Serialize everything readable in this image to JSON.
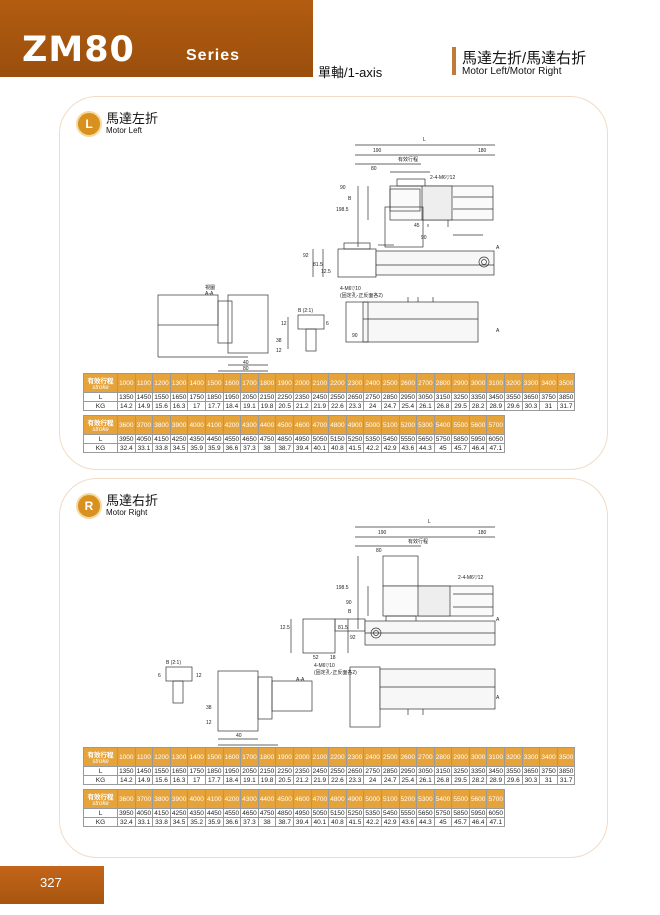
{
  "header": {
    "title": "ZM80",
    "series": "Series",
    "axis": "單軸/1-axis",
    "title_cn": "馬達左折/馬達右折",
    "title_en": "Motor Left/Motor Right"
  },
  "left": {
    "badge": "L",
    "title_cn": "馬達左折",
    "title_en": "Motor Left",
    "dims": {
      "L": "L",
      "d190": "190",
      "stroke": "有效行程",
      "d180": "180",
      "d80": "80",
      "screw1": "2-4-M6▽12",
      "d90": "90",
      "d1985": "198.5",
      "d90b": "90",
      "d45": "45",
      "d90c": "90",
      "A": "A",
      "d92": "92",
      "d815": "81.5",
      "d125": "12.5",
      "section_cn": "視圖",
      "section": "A-A",
      "screw2": "4-M6▽10",
      "note": "(固定孔-正反面各2)",
      "detail": "B (2:1)",
      "d12": "12",
      "d6": "6",
      "d38": "38",
      "d12b": "12",
      "d40": "40",
      "d80b": "80",
      "B": "B"
    },
    "table": {
      "stroke_label_cn": "有效行程",
      "stroke_label_en": "stroke",
      "strokes1": [
        "1000",
        "1100",
        "1200",
        "1300",
        "1400",
        "1500",
        "1600",
        "1700",
        "1800",
        "1900",
        "2000",
        "2100",
        "2200",
        "2300",
        "2400",
        "2500",
        "2600",
        "2700",
        "2800",
        "2900",
        "3000",
        "3100",
        "3200",
        "3300",
        "3400",
        "3500"
      ],
      "L1": [
        "1350",
        "1450",
        "1550",
        "1650",
        "1750",
        "1850",
        "1950",
        "2050",
        "2150",
        "2250",
        "2350",
        "2450",
        "2550",
        "2650",
        "2750",
        "2850",
        "2950",
        "3050",
        "3150",
        "3250",
        "3350",
        "3450",
        "3550",
        "3650",
        "3750",
        "3850"
      ],
      "KG1": [
        "14.2",
        "14.9",
        "15.6",
        "16.3",
        "17",
        "17.7",
        "18.4",
        "19.1",
        "19.8",
        "20.5",
        "21.2",
        "21.9",
        "22.6",
        "23.3",
        "24",
        "24.7",
        "25.4",
        "26.1",
        "26.8",
        "29.5",
        "28.2",
        "28.9",
        "29.6",
        "30.3",
        "31",
        "31.7"
      ],
      "strokes2": [
        "3600",
        "3700",
        "3800",
        "3900",
        "4000",
        "4100",
        "4200",
        "4300",
        "4400",
        "4500",
        "4600",
        "4700",
        "4800",
        "4900",
        "5000",
        "5100",
        "5200",
        "5300",
        "5400",
        "5500",
        "5600",
        "5700"
      ],
      "L2": [
        "3950",
        "4050",
        "4150",
        "4250",
        "4350",
        "4450",
        "4550",
        "4650",
        "4750",
        "4850",
        "4950",
        "5050",
        "5150",
        "5250",
        "5350",
        "5450",
        "5550",
        "5650",
        "5750",
        "5850",
        "5950",
        "6050"
      ],
      "KG2": [
        "32.4",
        "33.1",
        "33.8",
        "34.5",
        "35.9",
        "35.9",
        "36.6",
        "37.3",
        "38",
        "38.7",
        "39.4",
        "40.1",
        "40.8",
        "41.5",
        "42.2",
        "42.9",
        "43.6",
        "44.3",
        "45",
        "45.7",
        "46.4",
        "47.1"
      ],
      "L_label": "L",
      "KG_label": "KG"
    }
  },
  "right": {
    "badge": "R",
    "title_cn": "馬達右折",
    "title_en": "Motor Right",
    "dims": {
      "L": "L",
      "d190": "190",
      "stroke": "有效行程",
      "d180": "180",
      "d80": "80",
      "screw1": "2-4-M6▽12",
      "d1985": "198.5",
      "d90": "90",
      "A": "A",
      "d125": "12.5",
      "d815": "81.5",
      "d92": "92",
      "d52": "52",
      "d18": "18",
      "screw2": "4-M6▽10",
      "note": "(固定孔-正反面各2)",
      "detail": "B (2:1)",
      "d6": "6",
      "d12": "12",
      "section": "A-A",
      "d38": "38",
      "d12b": "12",
      "d40": "40",
      "d80b": "80",
      "B": "B"
    },
    "table": {
      "stroke_label_cn": "有效行程",
      "stroke_label_en": "stroke",
      "strokes1": [
        "1000",
        "1100",
        "1200",
        "1300",
        "1400",
        "1500",
        "1600",
        "1700",
        "1800",
        "1900",
        "2000",
        "2100",
        "2200",
        "2300",
        "2400",
        "2500",
        "2600",
        "2700",
        "2800",
        "2900",
        "3000",
        "3100",
        "3200",
        "3300",
        "3400",
        "3500"
      ],
      "L1": [
        "1350",
        "1450",
        "1550",
        "1650",
        "1750",
        "1850",
        "1950",
        "2050",
        "2150",
        "2250",
        "2350",
        "2450",
        "2550",
        "2650",
        "2750",
        "2850",
        "2950",
        "3050",
        "3150",
        "3250",
        "3350",
        "3450",
        "3550",
        "3650",
        "3750",
        "3850"
      ],
      "KG1": [
        "14.2",
        "14.9",
        "15.6",
        "16.3",
        "17",
        "17.7",
        "18.4",
        "19.1",
        "19.8",
        "20.5",
        "21.2",
        "21.9",
        "22.6",
        "23.3",
        "24",
        "24.7",
        "25.4",
        "26.1",
        "26.8",
        "29.5",
        "28.2",
        "28.9",
        "29.6",
        "30.3",
        "31",
        "31.7"
      ],
      "strokes2": [
        "3600",
        "3700",
        "3800",
        "3900",
        "4000",
        "4100",
        "4200",
        "4300",
        "4400",
        "4500",
        "4600",
        "4700",
        "4800",
        "4900",
        "5000",
        "5100",
        "5200",
        "5300",
        "5400",
        "5500",
        "5600",
        "5700"
      ],
      "L2": [
        "3950",
        "4050",
        "4150",
        "4250",
        "4350",
        "4450",
        "4550",
        "4650",
        "4750",
        "4850",
        "4950",
        "5050",
        "5150",
        "5250",
        "5350",
        "5450",
        "5550",
        "5650",
        "5750",
        "5850",
        "5950",
        "6050"
      ],
      "KG2": [
        "32.4",
        "33.1",
        "33.8",
        "34.5",
        "35.2",
        "35.9",
        "36.6",
        "37.3",
        "38",
        "38.7",
        "39.4",
        "40.1",
        "40.8",
        "41.5",
        "42.2",
        "42.9",
        "43.6",
        "44.3",
        "45",
        "45.7",
        "46.4",
        "47.1"
      ],
      "L_label": "L",
      "KG_label": "KG"
    }
  },
  "footer": {
    "page": "327"
  }
}
